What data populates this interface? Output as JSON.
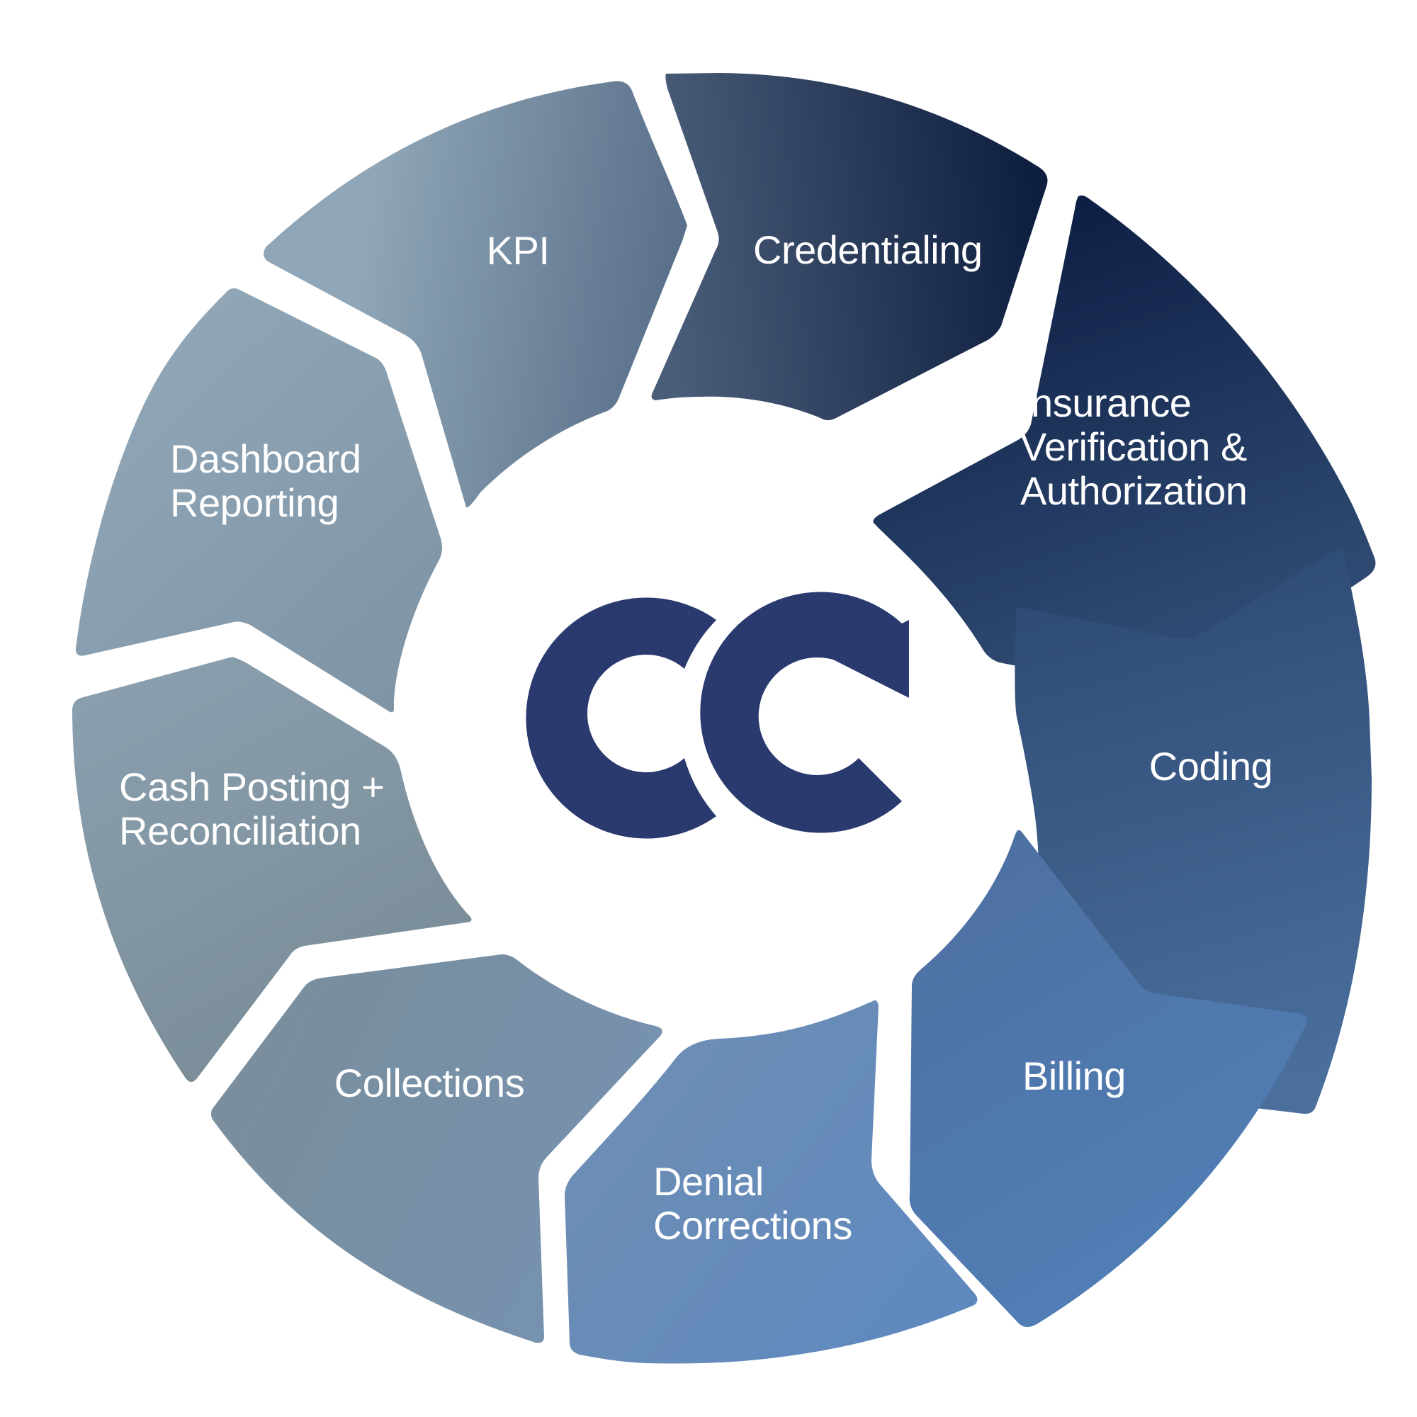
{
  "diagram": {
    "segments": [
      {
        "id": "credentialing",
        "lines": [
          "Credentialing"
        ],
        "color_start": "#4a5d78",
        "color_end": "#0f1f40"
      },
      {
        "id": "insurance",
        "lines": [
          "Insurance",
          "Verification &",
          "Authorization"
        ],
        "color_start": "#0e1f45",
        "color_end": "#2f4a72"
      },
      {
        "id": "coding",
        "lines": [
          "Coding"
        ],
        "color_start": "#2e4a74",
        "color_end": "#4a6f9c"
      },
      {
        "id": "billing",
        "lines": [
          "Billing"
        ],
        "color_start": "#4d6fa0",
        "color_end": "#5180b8"
      },
      {
        "id": "denial",
        "lines": [
          "Denial",
          "Corrections"
        ],
        "color_start": "#6f8eb3",
        "color_end": "#5e89bf"
      },
      {
        "id": "collections",
        "lines": [
          "Collections"
        ],
        "color_start": "#7a8e9b",
        "color_end": "#7692b0"
      },
      {
        "id": "cash-posting",
        "lines": [
          "Cash Posting +",
          "Reconciliation"
        ],
        "color_start": "#8a9fae",
        "color_end": "#7a8d98"
      },
      {
        "id": "dashboard",
        "lines": [
          "Dashboard",
          "Reporting"
        ],
        "color_start": "#93a9b9",
        "color_end": "#7f95a6"
      },
      {
        "id": "kpi",
        "lines": [
          "KPI"
        ],
        "color_start": "#8ea6b7",
        "color_end": "#5b708a"
      }
    ],
    "logo": {
      "text": "CC",
      "color": "#2b3a6e"
    }
  }
}
